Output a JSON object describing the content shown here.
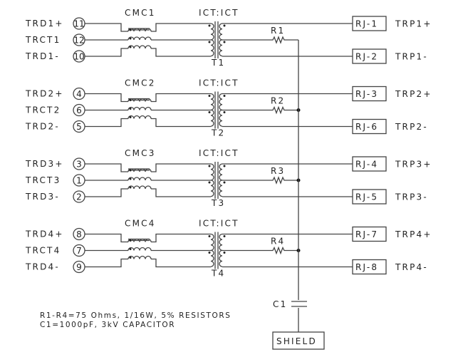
{
  "schematic": {
    "channels": [
      {
        "signals": [
          "TRD1+",
          "TRCT1",
          "TRD1-"
        ],
        "pins": [
          "11",
          "12",
          "10"
        ],
        "cmc": "CMC1",
        "transformer_ratio": "ICT:ICT",
        "transformer": "T1",
        "resistor": "R1",
        "rj_pins": [
          "RJ-1",
          "RJ-2"
        ],
        "outputs": [
          "TRP1+",
          "TRP1-"
        ]
      },
      {
        "signals": [
          "TRD2+",
          "TRCT2",
          "TRD2-"
        ],
        "pins": [
          "4",
          "6",
          "5"
        ],
        "cmc": "CMC2",
        "transformer_ratio": "ICT:ICT",
        "transformer": "T2",
        "resistor": "R2",
        "rj_pins": [
          "RJ-3",
          "RJ-6"
        ],
        "outputs": [
          "TRP2+",
          "TRP2-"
        ]
      },
      {
        "signals": [
          "TRD3+",
          "TRCT3",
          "TRD3-"
        ],
        "pins": [
          "3",
          "1",
          "2"
        ],
        "cmc": "CMC3",
        "transformer_ratio": "ICT:ICT",
        "transformer": "T3",
        "resistor": "R3",
        "rj_pins": [
          "RJ-4",
          "RJ-5"
        ],
        "outputs": [
          "TRP3+",
          "TRP3-"
        ]
      },
      {
        "signals": [
          "TRD4+",
          "TRCT4",
          "TRD4-"
        ],
        "pins": [
          "8",
          "7",
          "9"
        ],
        "cmc": "CMC4",
        "transformer_ratio": "ICT:ICT",
        "transformer": "T4",
        "resistor": "R4",
        "rj_pins": [
          "RJ-7",
          "RJ-8"
        ],
        "outputs": [
          "TRP4+",
          "TRP4-"
        ]
      }
    ],
    "capacitor": "C1",
    "shield": "SHIELD",
    "notes": [
      "R1-R4=75 Ohms, 1/16W, 5% RESISTORS",
      "C1=1000pF, 3kV CAPACITOR"
    ]
  }
}
